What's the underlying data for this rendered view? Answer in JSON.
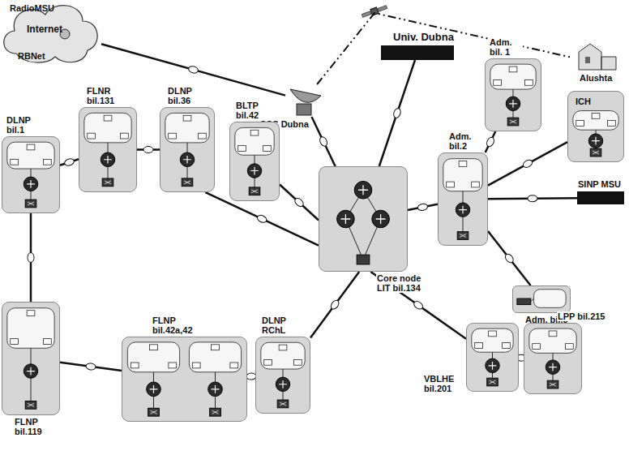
{
  "diagram": {
    "nodes": [
      {
        "text": [
          "Internet"
        ]
      },
      {
        "text": [
          "SCS Dubna"
        ]
      },
      {
        "text": [
          "Univ. Dubna"
        ]
      },
      {
        "text": [
          "Alushta"
        ]
      },
      {
        "text": [
          "DLNP bil.1"
        ]
      },
      {
        "text": [
          "FLNR bil.131"
        ]
      },
      {
        "text": [
          "DLNP bil.36"
        ]
      },
      {
        "text": [
          "BLTP bil.42"
        ]
      },
      {
        "text": [
          "Adm. bil. 1"
        ]
      },
      {
        "text": [
          "ICH"
        ]
      },
      {
        "text": [
          "SINP MSU"
        ]
      },
      {
        "text": [
          "Adm. bil.2"
        ]
      },
      {
        "text": [
          "Core node LIT bil.134"
        ]
      },
      {
        "text": [
          "Adm. bil.3"
        ]
      },
      {
        "text": [
          "FLNP bil.42a,42"
        ]
      },
      {
        "text": [
          "DLNP RChL"
        ]
      },
      {
        "text": [
          "FLNP bil.119"
        ]
      },
      {
        "text": [
          "VBLHE bil.201"
        ]
      },
      {
        "text": [
          "LPP bil.215"
        ]
      }
    ],
    "edges": [
      {
        "from": 0,
        "to": 1,
        "arrow": "none"
      },
      {
        "from": 1,
        "to": 3,
        "arrow": "none"
      },
      {
        "from": 1,
        "to": 12,
        "arrow": "none"
      },
      {
        "from": 2,
        "to": 12,
        "arrow": "none"
      },
      {
        "from": 4,
        "to": 5,
        "arrow": "none"
      },
      {
        "from": 5,
        "to": 6,
        "arrow": "none"
      },
      {
        "from": 6,
        "to": 12,
        "arrow": "none"
      },
      {
        "from": 7,
        "to": 12,
        "arrow": "none"
      },
      {
        "from": 4,
        "to": 16,
        "arrow": "none"
      },
      {
        "from": 16,
        "to": 14,
        "arrow": "none"
      },
      {
        "from": 14,
        "to": 15,
        "arrow": "none"
      },
      {
        "from": 15,
        "to": 12,
        "arrow": "none"
      },
      {
        "from": 12,
        "to": 11,
        "arrow": "none"
      },
      {
        "from": 12,
        "to": 17,
        "arrow": "none"
      },
      {
        "from": 17,
        "to": 18,
        "arrow": "none"
      },
      {
        "from": 11,
        "to": 8,
        "arrow": "none"
      },
      {
        "from": 11,
        "to": 9,
        "arrow": "none"
      },
      {
        "from": 11,
        "to": 10,
        "arrow": "none"
      },
      {
        "from": 11,
        "to": 13,
        "arrow": "none"
      }
    ],
    "labels": [
      "RadioMSU",
      "RBNet"
    ]
  }
}
